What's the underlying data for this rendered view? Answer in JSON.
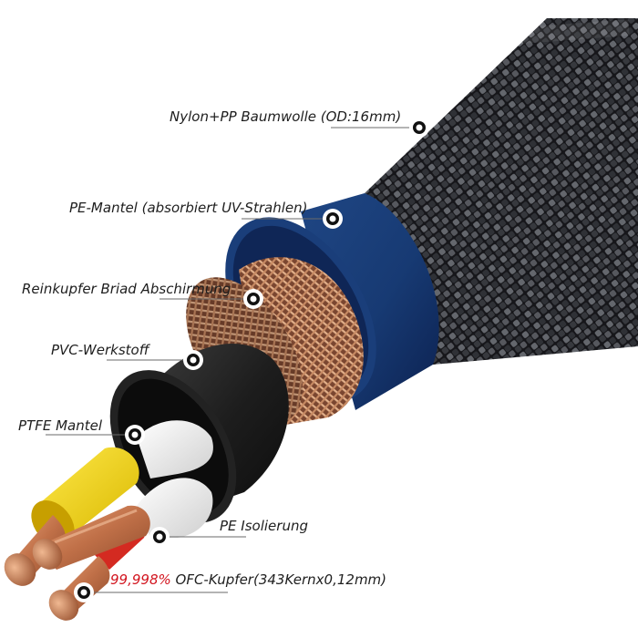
{
  "labels": {
    "braid": "Nylon+PP Baumwolle (OD:16mm)",
    "pe_jacket": "PE-Mantel (absorbiert UV-Strahlen)",
    "shield": "Reinkupfer Briad Abschirmung",
    "pvc": "PVC-Werkstoff",
    "ptfe": "PTFE Mantel",
    "pe_insulation": "PE Isolierung",
    "conductor_prefix": "99,998%",
    "conductor_rest": " OFC-Kupfer(343Kernx0,12mm)"
  },
  "colors": {
    "braid_dark": "#1c1d21",
    "braid_light": "#7d7f85",
    "pe_jacket_blue": "#16336b",
    "copper_shield": "#b97a57",
    "pvc_black": "#1b1b1b",
    "white_insulation": "#f2f2f2",
    "yellow_insulation": "#f2dc17",
    "red_insulation": "#d42a21",
    "copper_conductor": "#c98058",
    "callout_line": "#6a6a6a",
    "label_text": "#1e1e1e",
    "label_highlight": "#d2141e"
  },
  "icons": [
    "callout-marker-icon"
  ]
}
